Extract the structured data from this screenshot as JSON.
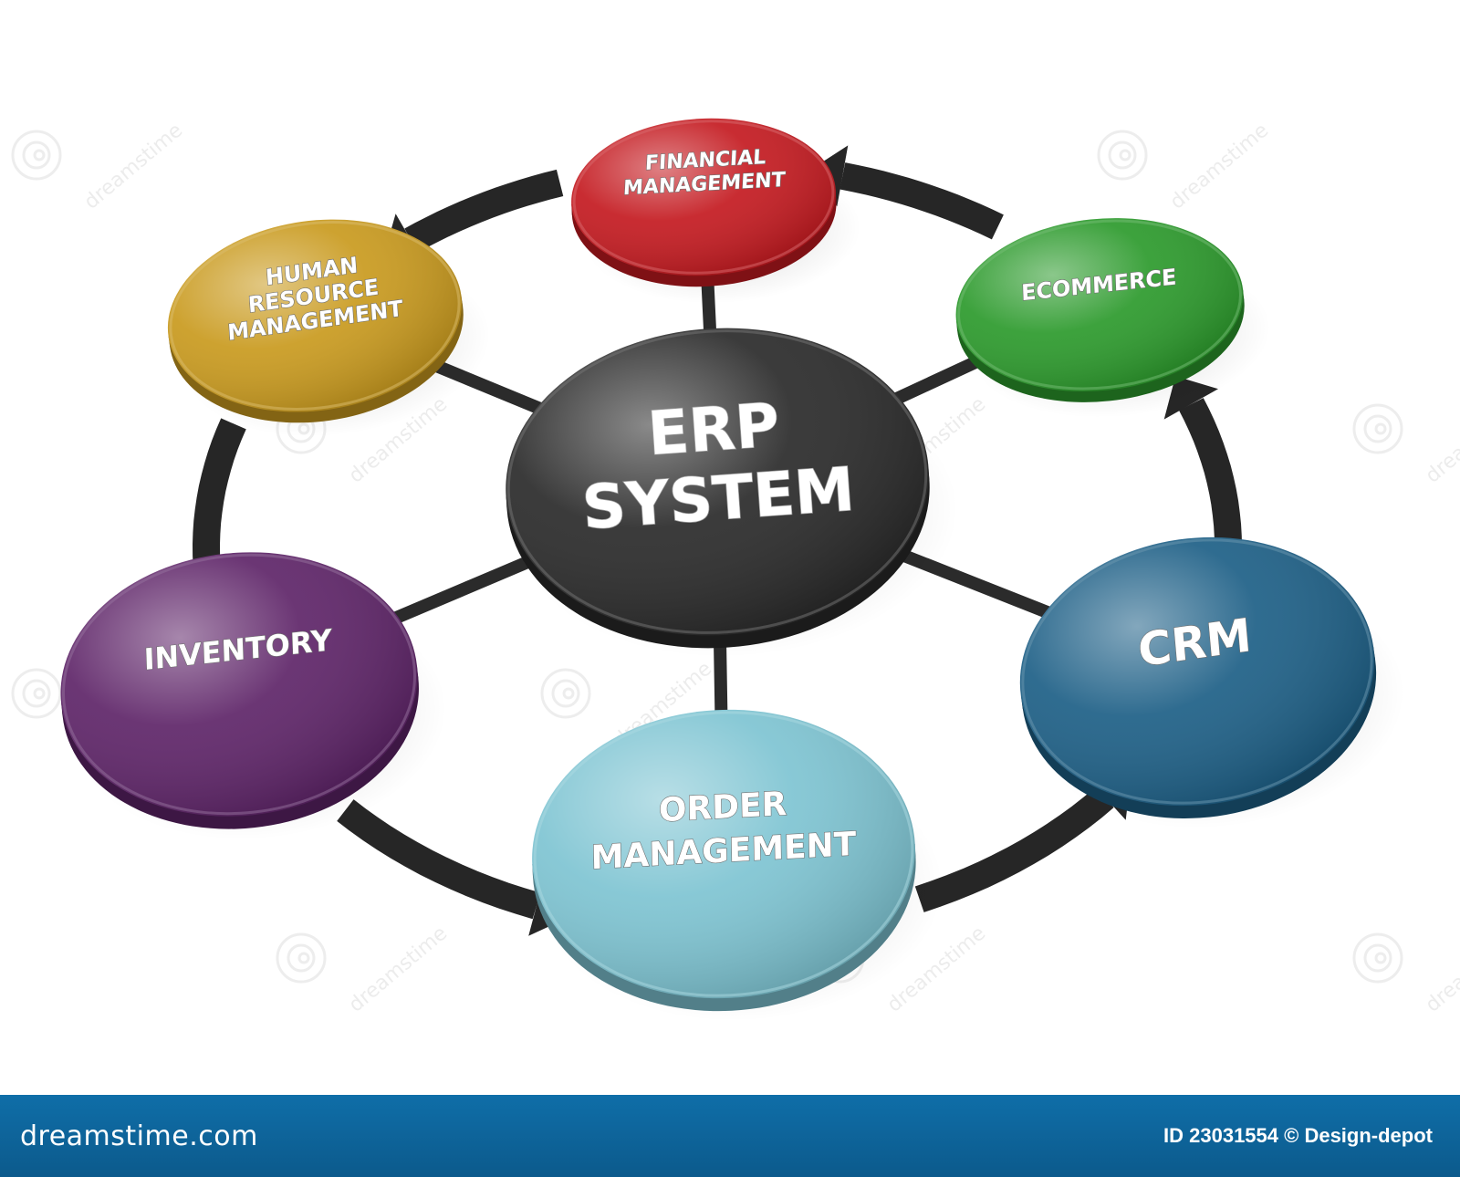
{
  "diagram": {
    "hub": {
      "lines": [
        "ERP",
        "SYSTEM"
      ],
      "color": "#2a2a2a"
    },
    "nodes": [
      {
        "id": "financial",
        "lines": [
          "FINANCIAL",
          "MANAGEMENT"
        ],
        "color": "#c41a20"
      },
      {
        "id": "ecommerce",
        "lines": [
          "ECOMMERCE"
        ],
        "color": "#2c9a2c"
      },
      {
        "id": "crm",
        "lines": [
          "CRM"
        ],
        "color": "#1d5f86"
      },
      {
        "id": "order",
        "lines": [
          "ORDER",
          "MANAGEMENT"
        ],
        "color": "#7ec4d2"
      },
      {
        "id": "inventory",
        "lines": [
          "INVENTORY"
        ],
        "color": "#5e2468"
      },
      {
        "id": "hr",
        "lines": [
          "HUMAN",
          "RESOURCE",
          "MANAGEMENT"
        ],
        "color": "#c99a1e"
      }
    ],
    "cycle_arrows": [
      {
        "from": "financial",
        "to": "hr"
      },
      {
        "from": "hr",
        "to": "inventory"
      },
      {
        "from": "inventory",
        "to": "order"
      },
      {
        "from": "order",
        "to": "crm"
      },
      {
        "from": "crm",
        "to": "ecommerce"
      },
      {
        "from": "ecommerce",
        "to": "financial"
      }
    ]
  },
  "watermark": {
    "text": "dreamstime"
  },
  "footer": {
    "brand": "dreamstime.com",
    "credit": "ID 23031554 © Design-depot",
    "background": "#0f6ea8"
  }
}
